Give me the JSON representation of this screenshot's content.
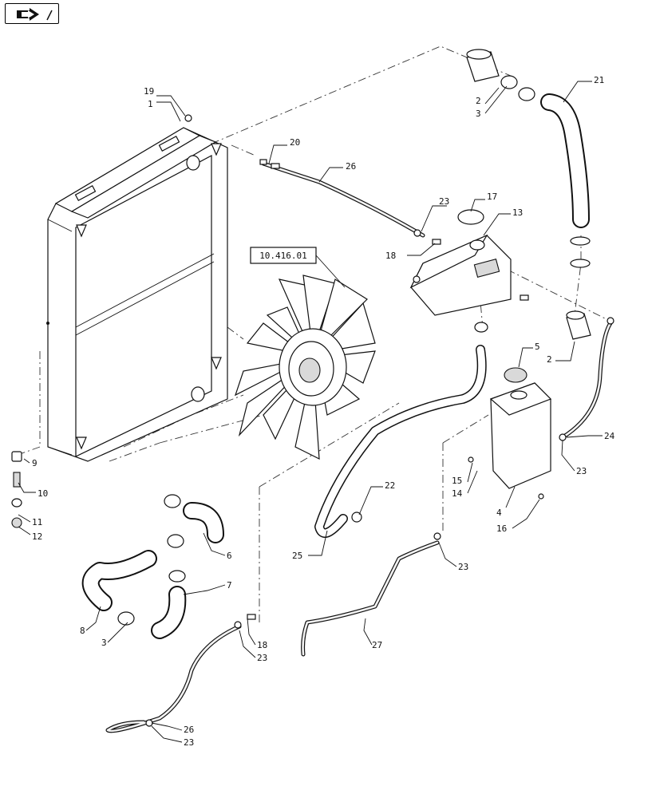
{
  "nav": {
    "icon": "back-arrow-icon"
  },
  "reference": {
    "label": "10.416.01"
  },
  "callouts": {
    "c1": "1",
    "c19": "19",
    "c20": "20",
    "c26a": "26",
    "c23a": "23",
    "c18a": "18",
    "c17": "17",
    "c13": "13",
    "c2a": "2",
    "c3a": "3",
    "c21": "21",
    "c5": "5",
    "c2b": "2",
    "c24": "24",
    "c23b": "23",
    "c15": "15",
    "c14": "14",
    "c4": "4",
    "c16": "16",
    "c22": "22",
    "c25": "25",
    "c23c": "23",
    "c27": "27",
    "c9": "9",
    "c10": "10",
    "c11": "11",
    "c12": "12",
    "c6": "6",
    "c7": "7",
    "c8": "8",
    "c3b": "3",
    "c18b": "18",
    "c23d": "23",
    "c26b": "26",
    "c23e": "23"
  },
  "colors": {
    "line": "#111111",
    "fill": "#ffffff",
    "shade": "#d9d9d9"
  }
}
